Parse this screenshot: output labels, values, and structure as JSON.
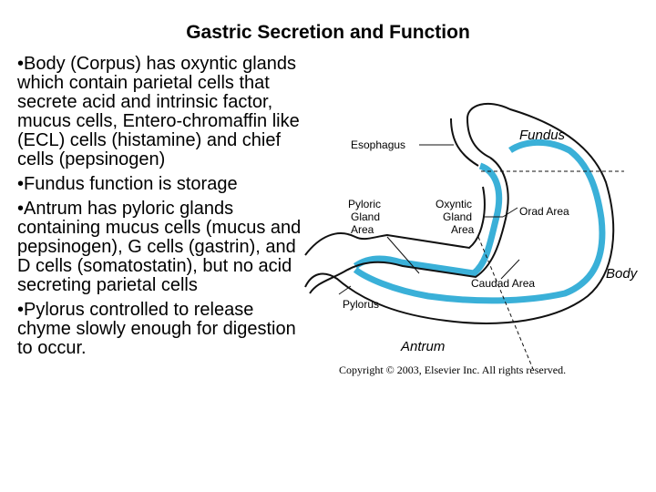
{
  "slide": {
    "title": "Gastric Secretion and Function",
    "bullets": [
      "•Body (Corpus) has oxyntic glands which contain parietal cells that secrete acid and intrinsic factor, mucus cells, Entero-chromaffin like (ECL) cells (histamine) and chief cells (pepsinogen)",
      "•Fundus function is storage",
      "•Antrum has pyloric glands containing mucus cells (mucus and pepsinogen), G cells (gastrin), and D cells (somatostatin), but no acid secreting parietal cells",
      "•Pylorus controlled to release chyme slowly enough for digestion to occur."
    ]
  },
  "diagram": {
    "labels": {
      "fundus": "Fundus",
      "esophagus": "Esophagus",
      "pyloric_1": "Pyloric",
      "pyloric_2": "Gland",
      "pyloric_3": "Area",
      "oxyntic_1": "Oxyntic",
      "oxyntic_2": "Gland",
      "oxyntic_3": "Area",
      "orad": "Orad Area",
      "body": "Body",
      "caudad": "Caudad Area",
      "pylorus": "Pylorus",
      "antrum": "Antrum"
    },
    "copyright": "Copyright © 2003, Elsevier Inc. All rights reserved.",
    "colors": {
      "mucosa": "#3ab0d8",
      "outline": "#111111"
    }
  }
}
